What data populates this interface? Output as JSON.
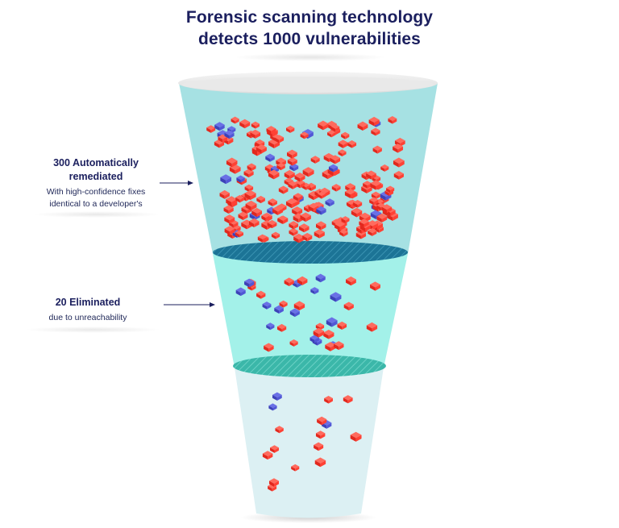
{
  "header": {
    "title_line1": "Forensic scanning technology",
    "title_line2": "detects 1000 vulnerabilities"
  },
  "callouts": [
    {
      "heading_line1": "300 Automatically",
      "heading_line2": "remediated",
      "sub_line1": "With high-confidence fixes",
      "sub_line2": "identical to a developer's"
    },
    {
      "heading_line1": "20 Eliminated",
      "sub_line1": "due to unreachability"
    }
  ],
  "colors": {
    "title": "#1b1f5e",
    "top_section": "#a6e1e3",
    "middle_section": "#a3f1e9",
    "bottom_section": "#dcf0f3",
    "filter_disc_1": "#1c7496",
    "filter_disc_2": "#3bb7a9",
    "vulnerability_red": "#ff3b30",
    "vulnerability_blue": "#4a4fd0"
  }
}
